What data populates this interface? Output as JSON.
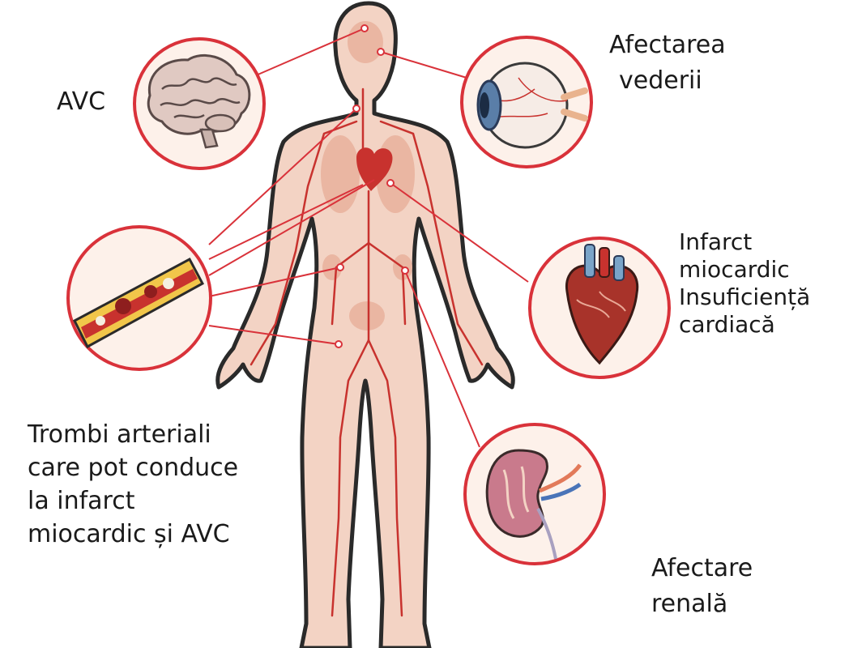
{
  "labels": {
    "stroke": "AVC",
    "vision": [
      "Afectarea",
      "vederii"
    ],
    "heart": [
      "Infarct",
      "miocardic",
      "Insuficiență",
      "cardiacă"
    ],
    "thrombi": [
      "Trombi arteriali",
      "care pot conduce",
      "la infarct",
      "miocardic și AVC"
    ],
    "kidney": [
      "Afectare",
      "renală"
    ]
  },
  "icons": {
    "brain": "brain-icon",
    "eye": "eye-icon",
    "heart": "heart-icon",
    "artery": "artery-clot-icon",
    "kidney": "kidney-icon"
  },
  "colors": {
    "connector": "#d9323a",
    "body_fill": "#f3d3c4",
    "body_outline": "#2a2a2a",
    "circle_fill": "#fdf1ea",
    "vessel": "#c8322e",
    "organ": "#e9a896"
  }
}
